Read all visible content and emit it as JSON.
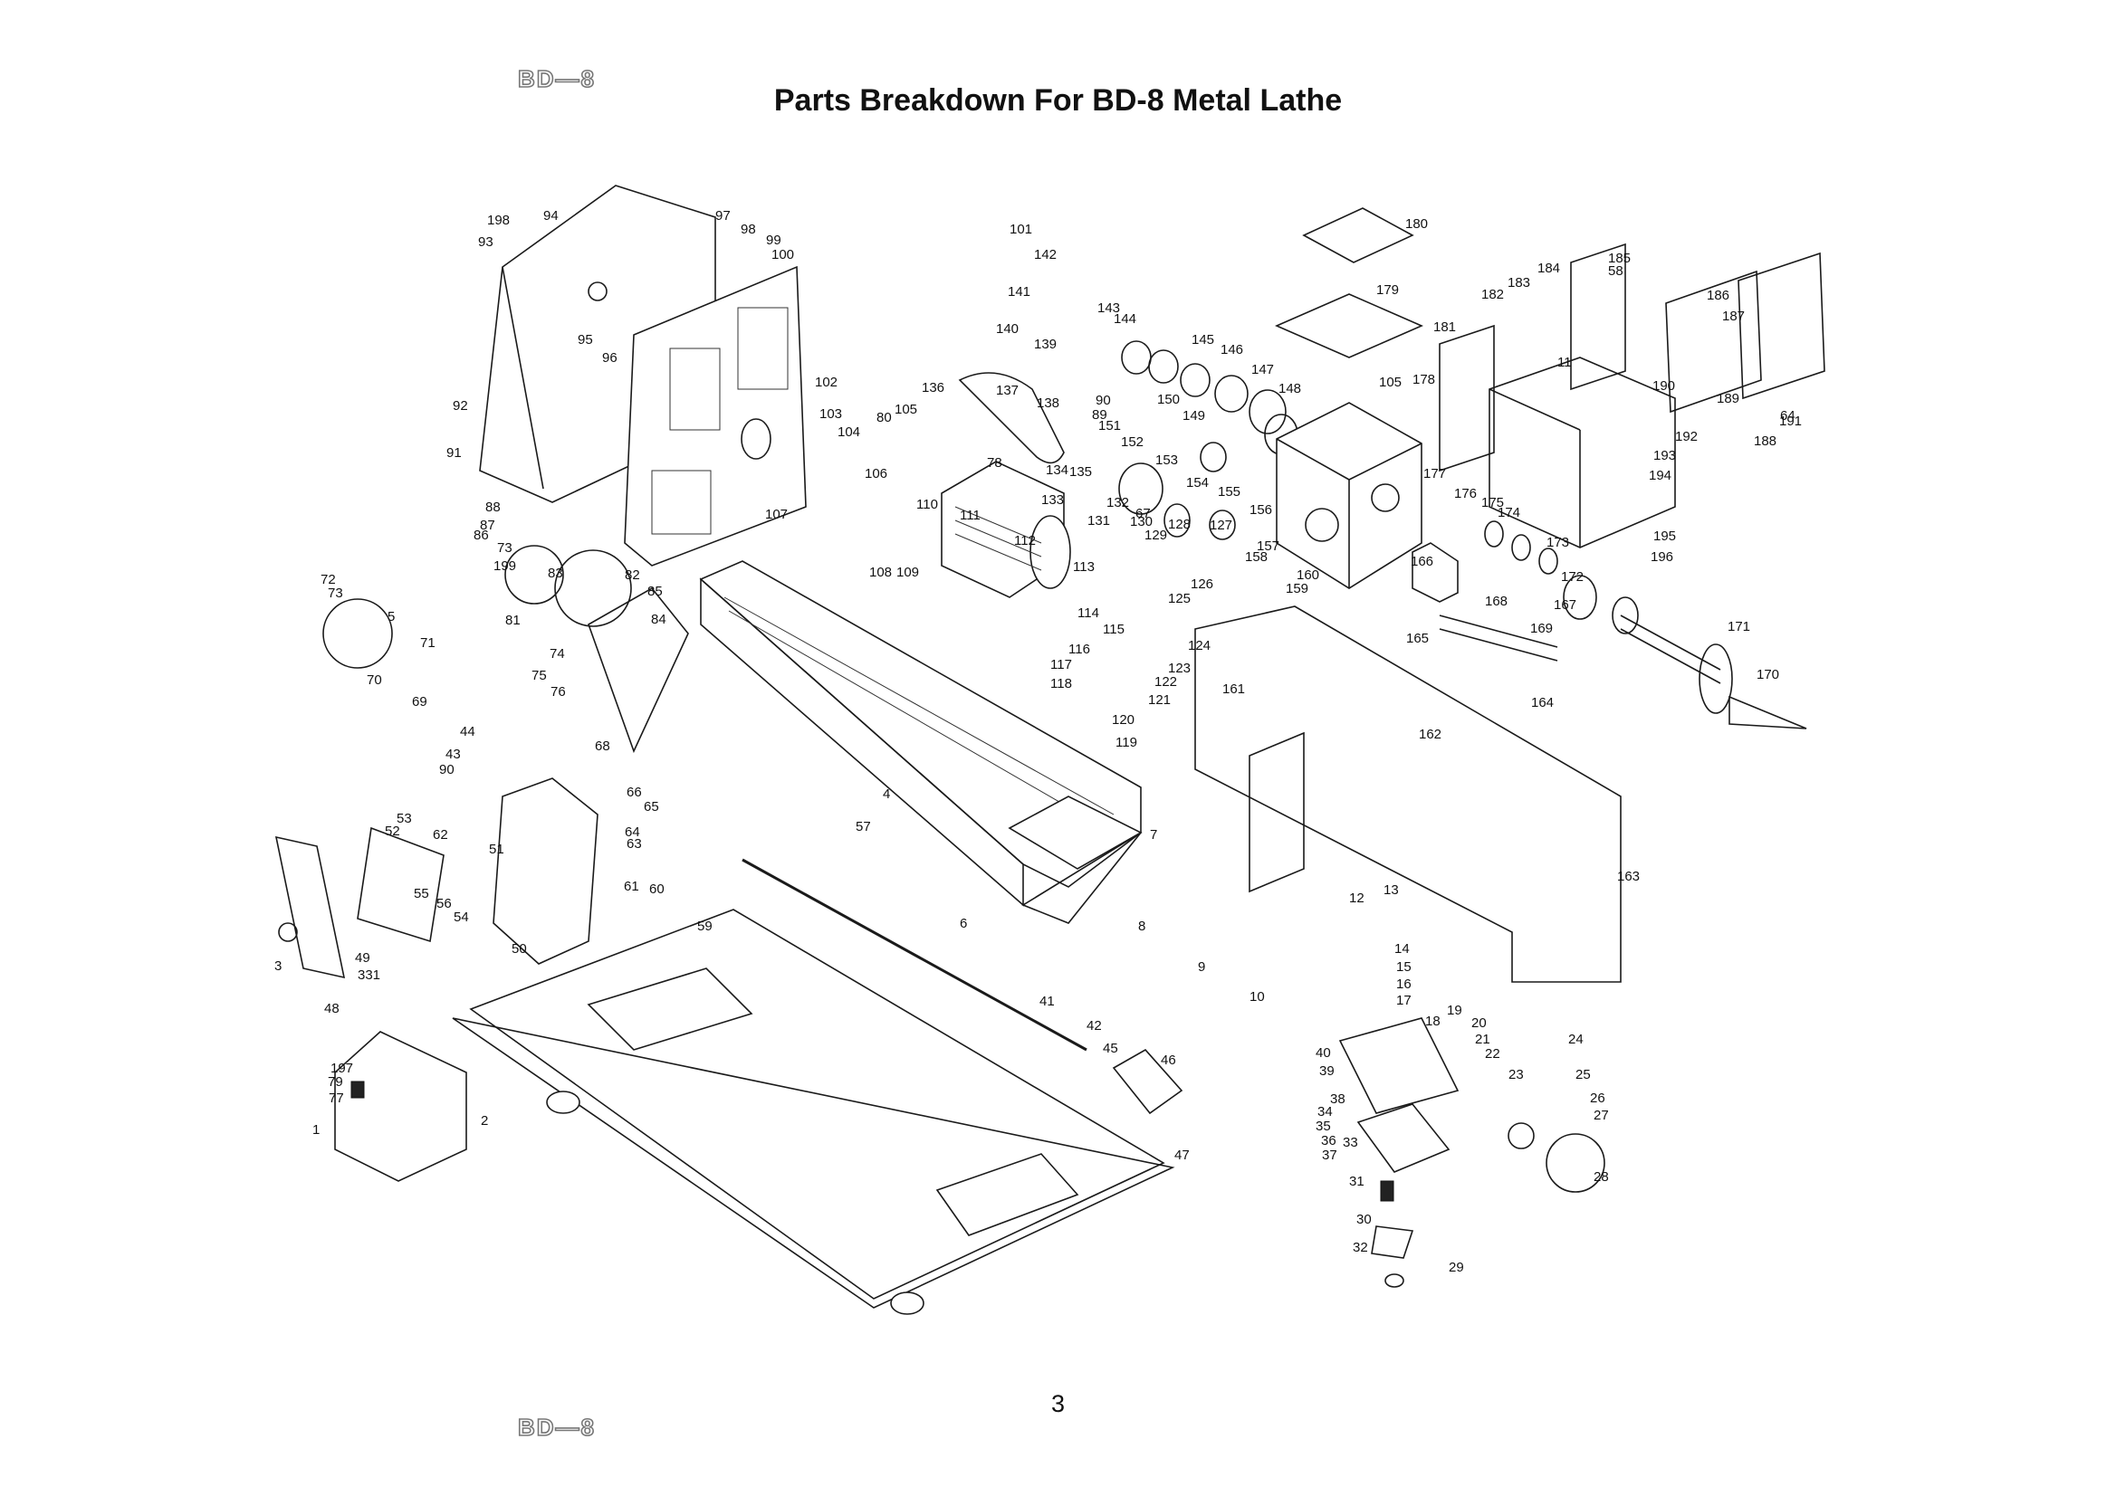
{
  "header": {
    "logo_text": "BD—8",
    "title": "Parts Breakdown For BD-8 Metal Lathe"
  },
  "footer": {
    "page_number": "3",
    "logo_text": "BD—8"
  },
  "diagram": {
    "part_labels": [
      "198",
      "94",
      "97",
      "98",
      "99",
      "100",
      "101",
      "93",
      "95",
      "96",
      "92",
      "91",
      "102",
      "103",
      "104",
      "80",
      "105",
      "106",
      "107",
      "108",
      "109",
      "110",
      "111",
      "112",
      "113",
      "114",
      "115",
      "116",
      "117",
      "118",
      "119",
      "120",
      "121",
      "122",
      "123",
      "124",
      "125",
      "126",
      "136",
      "137",
      "138",
      "139",
      "140",
      "141",
      "142",
      "143",
      "144",
      "145",
      "146",
      "147",
      "148",
      "149",
      "150",
      "151",
      "152",
      "153",
      "154",
      "155",
      "156",
      "157",
      "158",
      "159",
      "160",
      "131",
      "132",
      "133",
      "134",
      "135",
      "78",
      "89",
      "90",
      "127",
      "128",
      "129",
      "130",
      "67",
      "180",
      "179",
      "105",
      "177",
      "176",
      "175",
      "174",
      "173",
      "172",
      "171",
      "170",
      "169",
      "168",
      "167",
      "166",
      "165",
      "164",
      "162",
      "161",
      "163",
      "178",
      "181",
      "182",
      "183",
      "184",
      "185",
      "58",
      "186",
      "187",
      "188",
      "64",
      "189",
      "190",
      "191",
      "192",
      "193",
      "194",
      "195",
      "196",
      "11",
      "72",
      "73",
      "5",
      "71",
      "70",
      "69",
      "44",
      "43",
      "90",
      "88",
      "87",
      "86",
      "73",
      "199",
      "83",
      "82",
      "85",
      "84",
      "81",
      "74",
      "75",
      "76",
      "68",
      "66",
      "65",
      "64",
      "63",
      "62",
      "61",
      "60",
      "59",
      "57",
      "56",
      "55",
      "54",
      "53",
      "52",
      "51",
      "50",
      "49",
      "331",
      "48",
      "197",
      "79",
      "77",
      "1",
      "2",
      "3",
      "4",
      "6",
      "7",
      "8",
      "9",
      "10",
      "12",
      "13",
      "14",
      "15",
      "16",
      "17",
      "18",
      "19",
      "20",
      "21",
      "22",
      "23",
      "24",
      "25",
      "26",
      "27",
      "28",
      "29",
      "30",
      "31",
      "32",
      "33",
      "34",
      "35",
      "36",
      "37",
      "38",
      "39",
      "40",
      "41",
      "42",
      "45",
      "46",
      "47"
    ]
  }
}
